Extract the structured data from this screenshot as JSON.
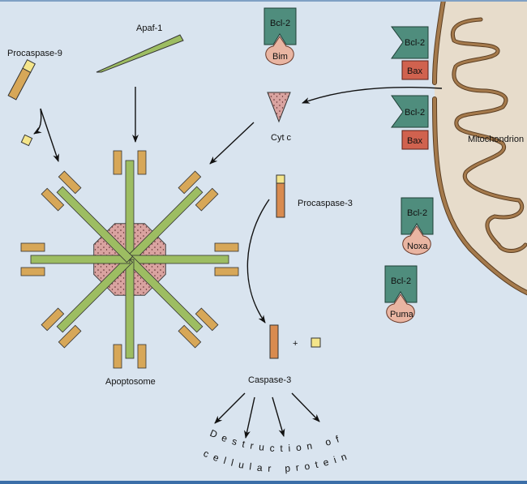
{
  "labels": {
    "apaf1": "Apaf-1",
    "procaspase9": "Procaspase-9",
    "cytc": "Cyt c",
    "procaspase3": "Procaspase-3",
    "apoptosome": "Apoptosome",
    "caspase3": "Caspase-3",
    "plus": "+",
    "mitochondrion": "Mitochondrion",
    "destruction_line1": "Destruction of",
    "destruction_line2": "cellular proteins"
  },
  "proteins": {
    "bcl2": "Bcl-2",
    "bim": "Bim",
    "bax": "Bax",
    "noxa": "Noxa",
    "puma": "Puma"
  },
  "colors": {
    "background": "#d9e4ef",
    "bcl2": "#4f8d7d",
    "bax": "#d0624f",
    "bh3": "#e9b5a2",
    "caspase": "#d7a758",
    "prodomain": "#f4e58a",
    "apaf1": "#9dbd62",
    "caspase3": "#d98b4f",
    "mitochondrion_fill": "#e7dccb",
    "membrane": "#a57a4c"
  }
}
